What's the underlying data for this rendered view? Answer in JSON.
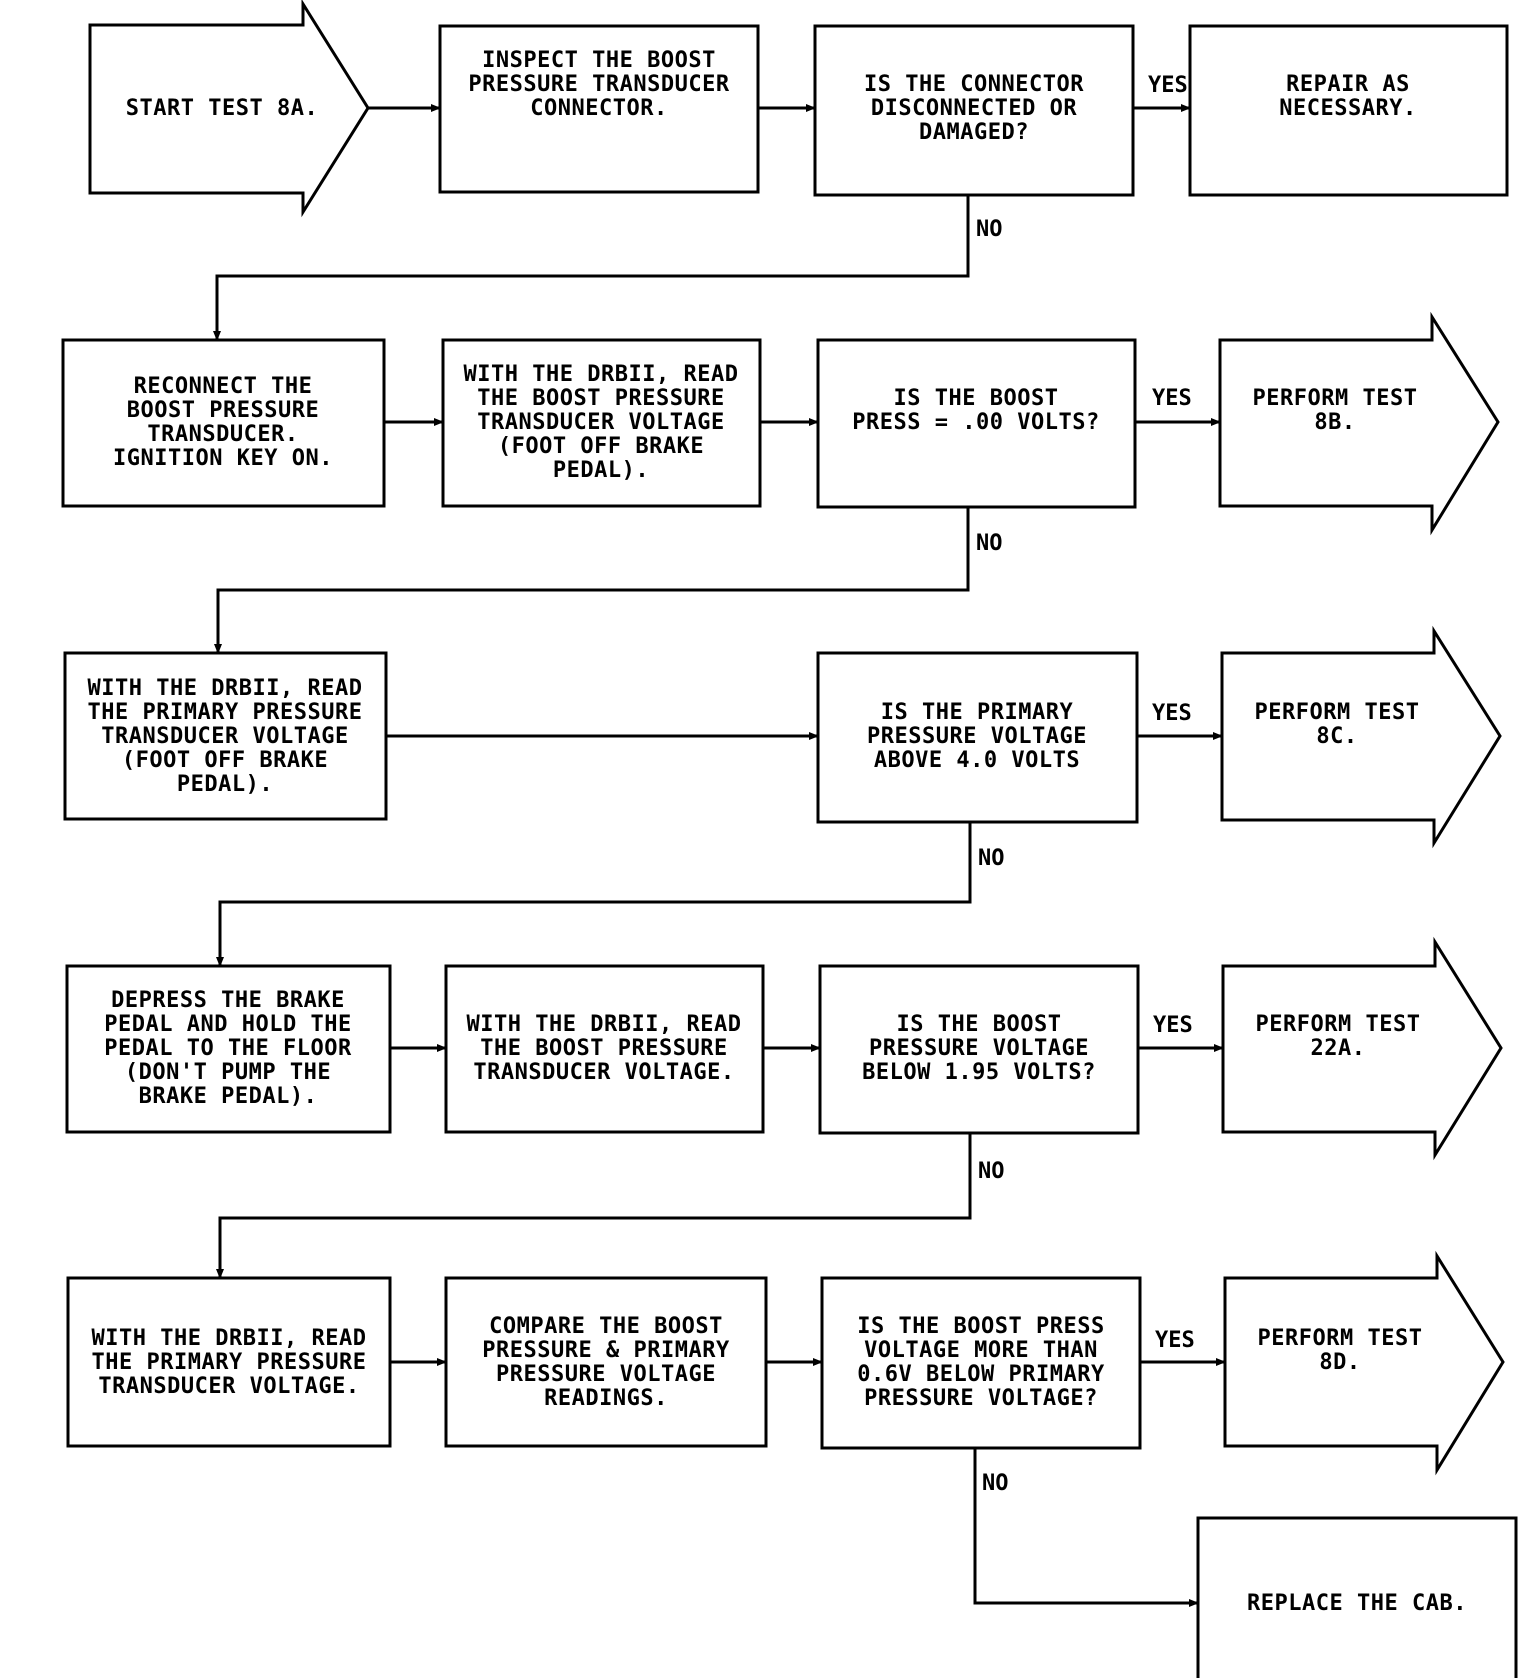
{
  "nodes": {
    "start": [
      "START TEST 8A."
    ],
    "inspect_connector": [
      "INSPECT THE BOOST",
      "PRESSURE TRANSDUCER",
      "CONNECTOR."
    ],
    "connector_question": [
      "IS THE CONNECTOR",
      "DISCONNECTED OR",
      "DAMAGED?"
    ],
    "repair": [
      "REPAIR AS",
      "NECESSARY."
    ],
    "reconnect": [
      "RECONNECT THE",
      "BOOST PRESSURE",
      "TRANSDUCER.",
      "IGNITION KEY ON."
    ],
    "read_boost_1": [
      "WITH THE DRBII, READ",
      "THE BOOST PRESSURE",
      "TRANSDUCER VOLTAGE",
      "(FOOT OFF BRAKE",
      "PEDAL)."
    ],
    "boost_zero_question": [
      "IS THE BOOST",
      "PRESS = .00 VOLTS?"
    ],
    "test_8b": [
      "PERFORM TEST",
      "8B."
    ],
    "read_primary_1": [
      "WITH THE DRBII, READ",
      "THE PRIMARY PRESSURE",
      "TRANSDUCER VOLTAGE",
      "(FOOT OFF BRAKE",
      "PEDAL)."
    ],
    "primary_above_question": [
      "IS THE PRIMARY",
      "PRESSURE VOLTAGE",
      "ABOVE 4.0 VOLTS"
    ],
    "test_8c": [
      "PERFORM TEST",
      "8C."
    ],
    "depress_pedal": [
      "DEPRESS THE BRAKE",
      "PEDAL AND HOLD THE",
      "PEDAL TO THE FLOOR",
      "(DON'T PUMP THE",
      "BRAKE PEDAL)."
    ],
    "read_boost_2": [
      "WITH THE DRBII, READ",
      "THE BOOST PRESSURE",
      "TRANSDUCER VOLTAGE."
    ],
    "boost_below_question": [
      "IS THE BOOST",
      "PRESSURE VOLTAGE",
      "BELOW 1.95 VOLTS?"
    ],
    "test_22a": [
      "PERFORM TEST",
      "22A."
    ],
    "read_primary_2": [
      "WITH THE DRBII, READ",
      "THE PRIMARY PRESSURE",
      "TRANSDUCER VOLTAGE."
    ],
    "compare": [
      "COMPARE THE BOOST",
      "PRESSURE & PRIMARY",
      "PRESSURE VOLTAGE",
      "READINGS."
    ],
    "difference_question": [
      "IS THE BOOST PRESS",
      "VOLTAGE MORE THAN",
      "0.6V BELOW PRIMARY",
      "PRESSURE VOLTAGE?"
    ],
    "test_8d": [
      "PERFORM TEST",
      "8D."
    ],
    "replace_cab": [
      "REPLACE THE CAB."
    ]
  },
  "labels": {
    "yes": "YES",
    "no": "NO"
  }
}
